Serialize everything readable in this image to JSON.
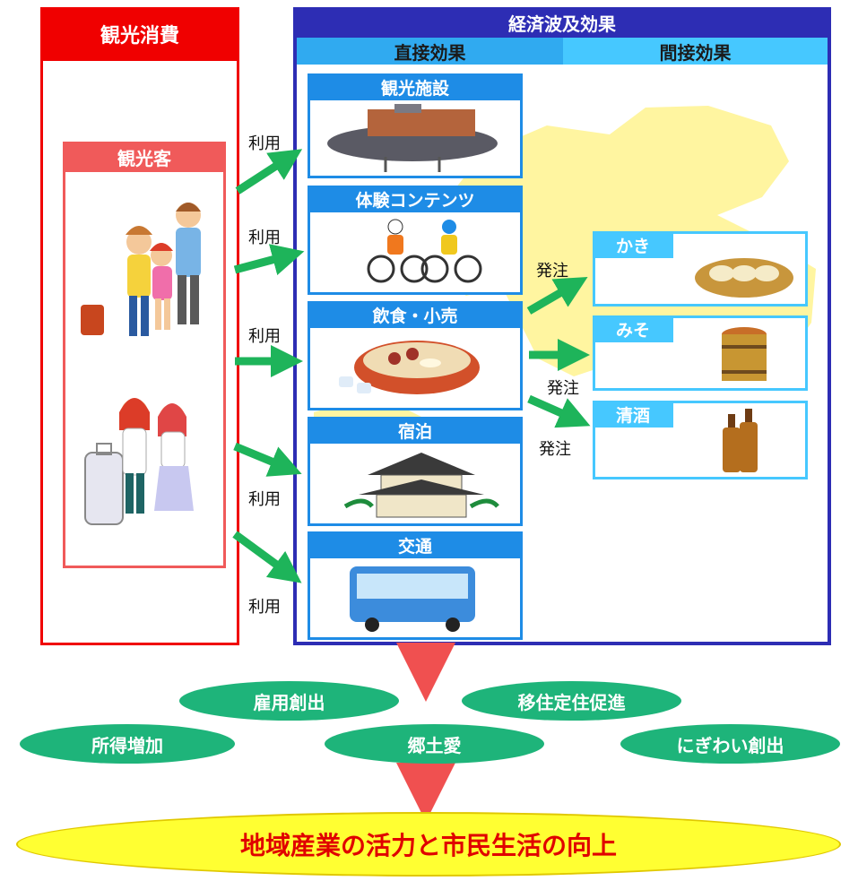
{
  "left": {
    "title": "観光消費",
    "tourist_title": "観光客"
  },
  "right": {
    "title": "経済波及効果",
    "direct_header": "直接効果",
    "indirect_header": "間接効果",
    "direct_items": [
      "観光施設",
      "体験コンテンツ",
      "飲食・小売",
      "宿泊",
      "交通"
    ],
    "indirect_items": [
      "かき",
      "みそ",
      "清酒"
    ]
  },
  "labels": {
    "use": "利用",
    "order": "発注"
  },
  "outcomes": [
    "雇用創出",
    "移住定住促進",
    "所得増加",
    "郷土愛",
    "にぎわい創出"
  ],
  "goal": "地域産業の活力と市民生活の向上",
  "colors": {
    "consumption_red": "#f00000",
    "tourist_red": "#f05a5a",
    "effect_navy": "#2d2db4",
    "direct_blue": "#1e8ce6",
    "indirect_cyan": "#46c8ff",
    "arrow_green": "#1eb45a",
    "pill_green": "#1eb47a",
    "goal_yellow": "#ffff32",
    "goal_text": "#e00000",
    "map_yellow": "#fff5a0"
  }
}
